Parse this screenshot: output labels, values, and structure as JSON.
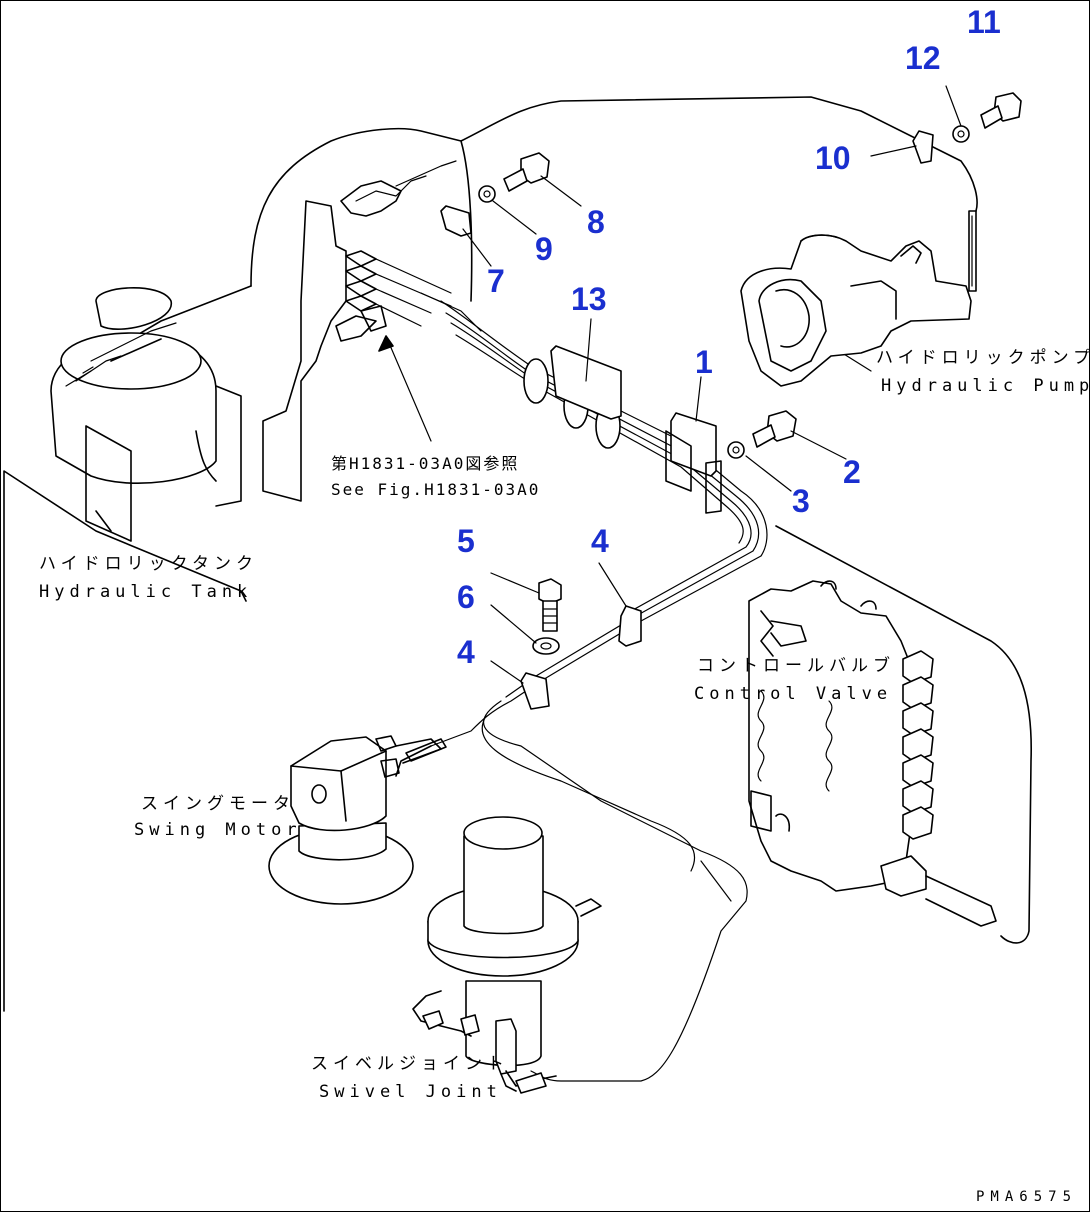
{
  "colors": {
    "callout": "#1a2fcf",
    "line": "#000000",
    "background": "#ffffff"
  },
  "callouts": {
    "c1": "1",
    "c2": "2",
    "c3": "3",
    "c4a": "4",
    "c4b": "4",
    "c5": "5",
    "c6": "6",
    "c7": "7",
    "c8": "8",
    "c9": "9",
    "c10": "10",
    "c11": "11",
    "c12": "12",
    "c13": "13"
  },
  "labels": {
    "hydraulic_pump_jp": "ハイドロリックポンプ",
    "hydraulic_pump_en": "Hydraulic Pump",
    "see_fig_jp": "第H1831-03A0図参照",
    "see_fig_en": "See Fig.H1831-03A0",
    "hydraulic_tank_jp": "ハイドロリックタンク",
    "hydraulic_tank_en": "Hydraulic Tank",
    "control_valve_jp": "コントロールバルブ",
    "control_valve_en": "Control Valve",
    "swing_motor_jp": "スイングモータ",
    "swing_motor_en": "Swing Motor",
    "swivel_joint_jp": "スイベルジョイント",
    "swivel_joint_en": "Swivel Joint"
  },
  "drawing_code": "PMA6575"
}
